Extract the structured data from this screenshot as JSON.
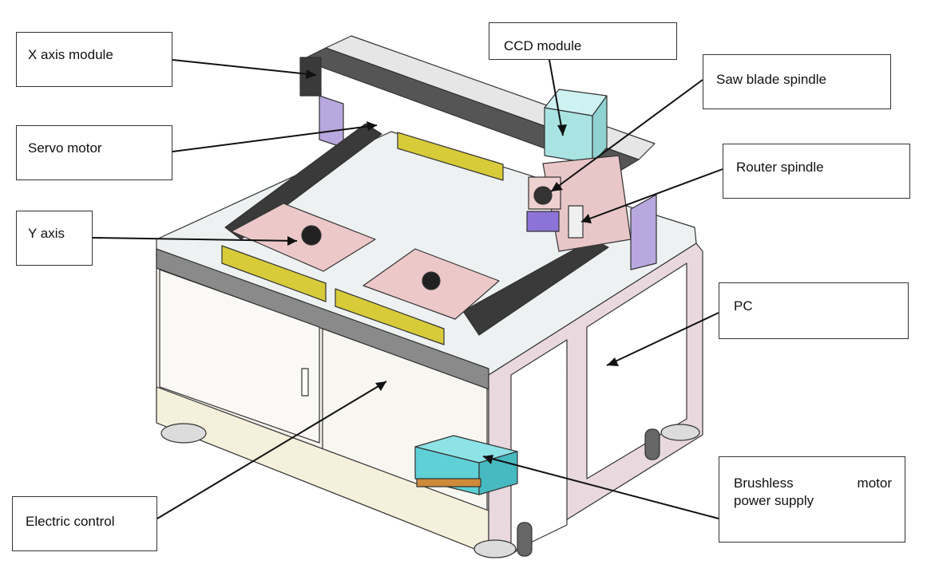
{
  "labels": {
    "x_axis_module": "X axis module",
    "servo_motor": "Servo motor",
    "y_axis": "Y axis",
    "ccd_module": "CCD module",
    "saw_blade_spindle": "Saw blade spindle",
    "router_spindle": "Router spindle",
    "pc": "PC",
    "brushless_word1": "Brushless",
    "brushless_word2": "motor",
    "brushless_line2": "power supply",
    "electric_control": "Electric control"
  },
  "colors": {
    "frame": "#e9d9df",
    "top_plate": "#eef1f2",
    "rail_dark": "#3a3a3a",
    "yellow_pad": "#d8cb3a",
    "pink_plate": "#ecc8c8",
    "ccd_cyan": "#a9e4e3",
    "power_box": "#5ed0d6",
    "lavender": "#b9a7df",
    "cabinet": "#f4f1ea"
  }
}
